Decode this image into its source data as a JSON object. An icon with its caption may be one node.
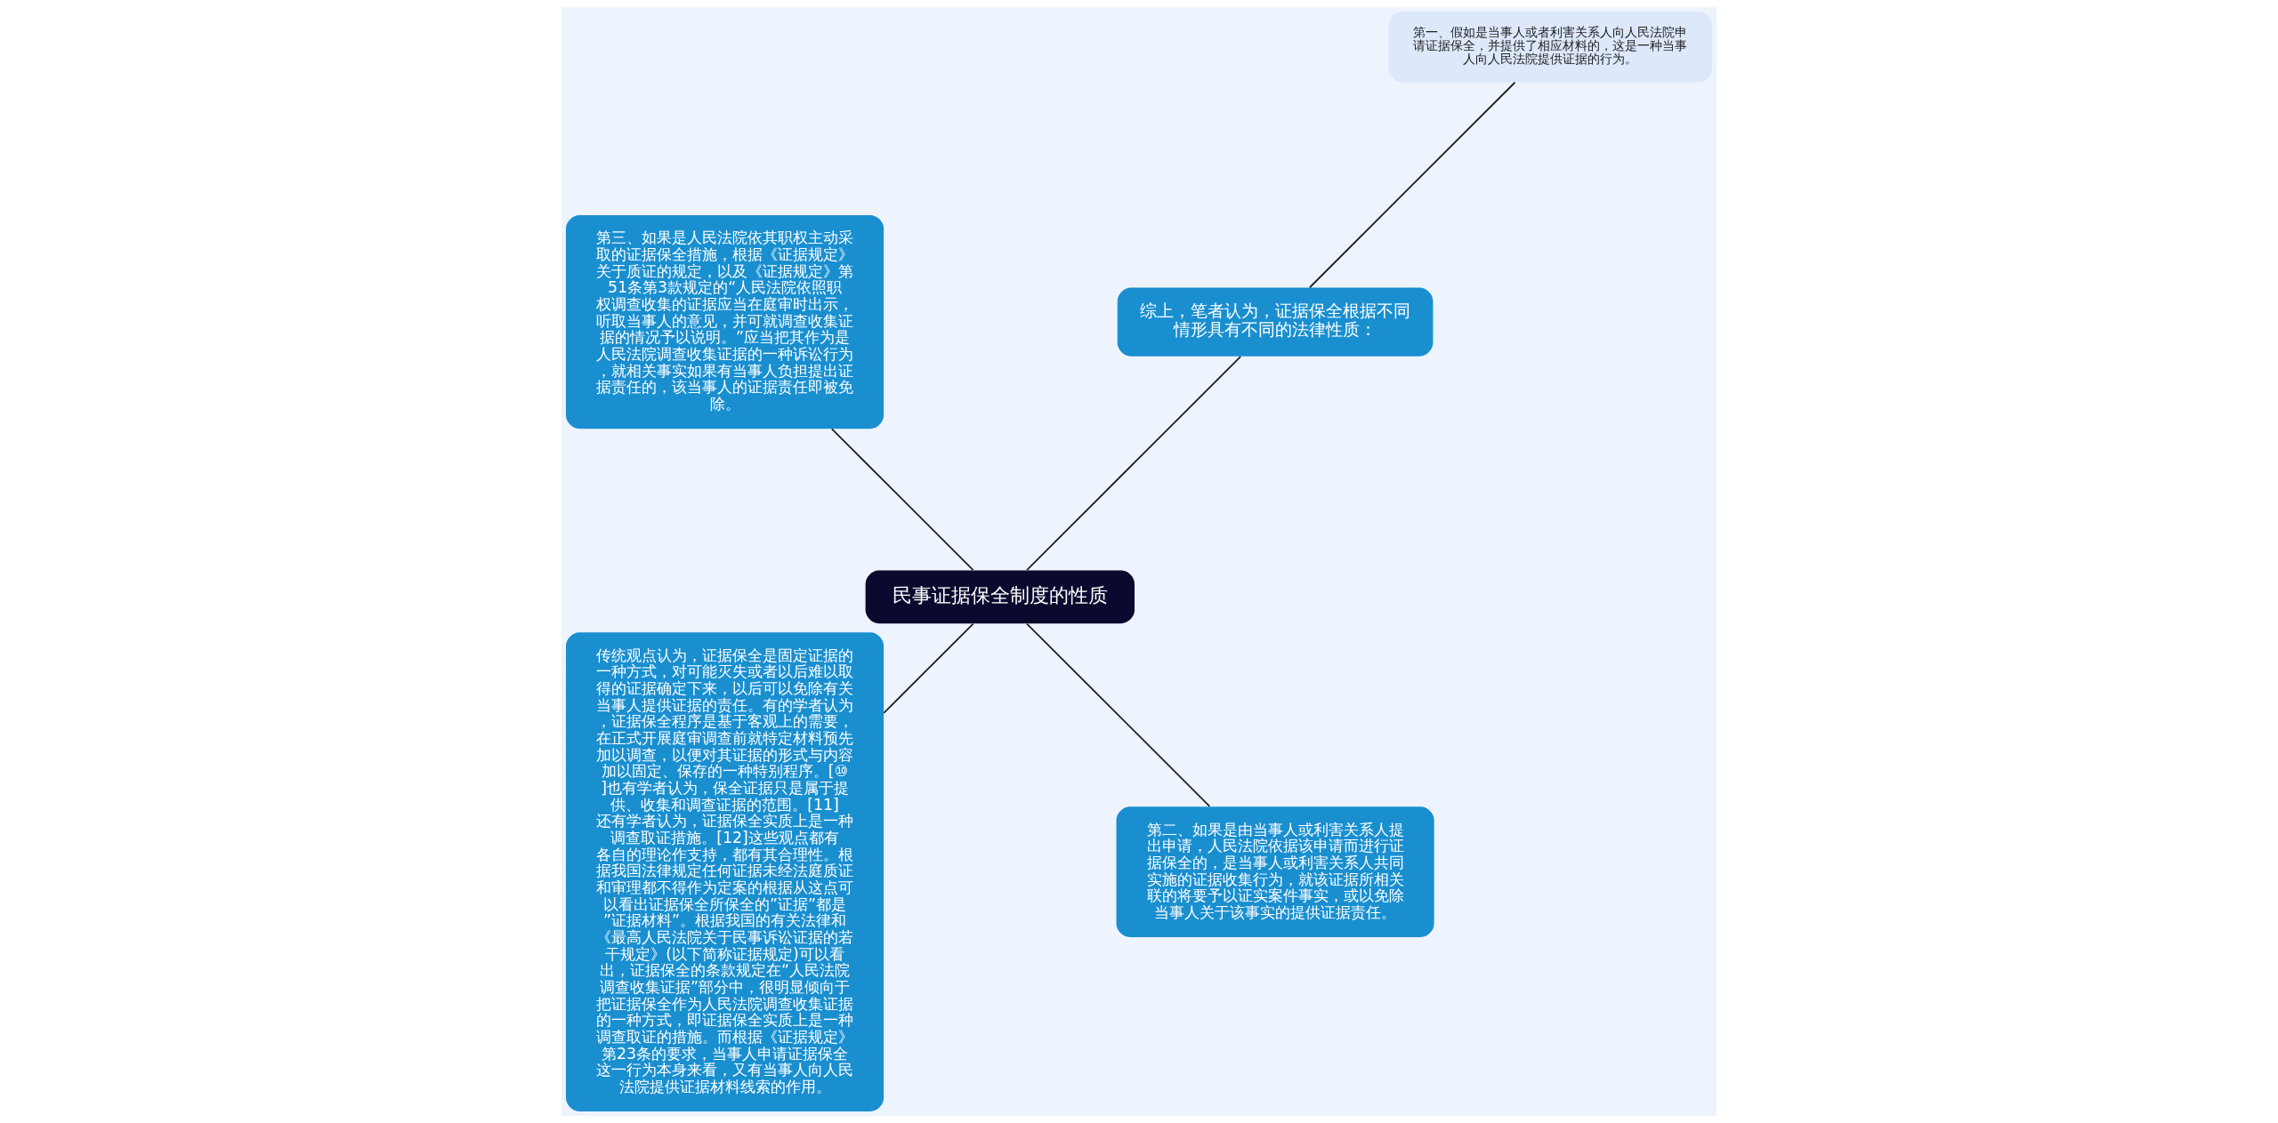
{
  "diagram": {
    "nodes": [
      {
        "text": [
          "民事证据保全制度的性质"
        ]
      },
      {
        "text": [
          "综上，笔者认为，证据保全根据不同情形具有不同的法律性质："
        ]
      },
      {
        "text": [
          "第一、假如是当事人或者利害关系人向人民法院申请证据保全，并提供了相应材料的，这是一种当事人向人民法院提供证据的行为。"
        ]
      },
      {
        "text": [
          "第三、如果是人民法院依其职权主动采取的证据保全措施，根据《证据规定》关于质证的规定，以及《证据规定》第51条第3款规定的“人民法院依照职权调查收集的证据应当在庭审时出示，听取当事人的意见，并可就调查收集证据的情况予以说明。”应当把其作为是人民法院调查收集证据的一种诉讼行为，就相关事实如果有当事人负担提出证据责任的，该当事人的证据责任即被免除。"
        ]
      },
      {
        "text": [
          "传统观点认为，证据保全是固定证据的一种方式，对可能灭失或者以后难以取得的证据确定下来，以后可以免除有关当事人提供证据的责任。有的学者认为，证据保全程序是基于客观上的需要，在正式开展庭审调查前就特定材料预先加以调查，以便对其证据的形式与内容加以固定、保存的一种特别程序。[⑩]也有学者认为，保全证据只是属于提供、收集和调查证据的范围。[11]还有学者认为，证据保全实质上是一种调查取证措施。[12]这些观点都有各自的理论作支持，都有其合理性。根据我国法律规定任何证据未经法庭质证和审理都不得作为定案的根据从这点可以看出证据保全所保全的”证据”都是”证据材料”。根据我国的有关法律和《最高人民法院关于民事诉讼证据的若干规定》(以下简称证据规定)可以看出，证据保全的条款规定在“人民法院调查收集证据”部分中，很明显倾向于把证据保全作为人民法院调查收集证据的一种方式，即证据保全实质上是一种调查取证的措施。而根据《证据规定》第23条的要求，当事人申请证据保全这一行为本身来看，又有当事人向人民法院提供证据材料线索的作用。"
        ]
      },
      {
        "text": [
          "第二、如果是由当事人或利害关系人提出申请，人民法院依据该申请而进行证据保全的，是当事人或利害关系人共同实施的证据收集行为，就该证据所相关联的将要予以证实案件事实，或以免除当事人关于该事实的提供证据责任。"
        ]
      }
    ],
    "edges": [
      {
        "from": 0,
        "to": 1,
        "arrow": "none"
      },
      {
        "from": 1,
        "to": 2,
        "arrow": "none"
      },
      {
        "from": 0,
        "to": 3,
        "arrow": "none"
      },
      {
        "from": 0,
        "to": 4,
        "arrow": "none"
      },
      {
        "from": 0,
        "to": 5,
        "arrow": "none"
      }
    ]
  }
}
